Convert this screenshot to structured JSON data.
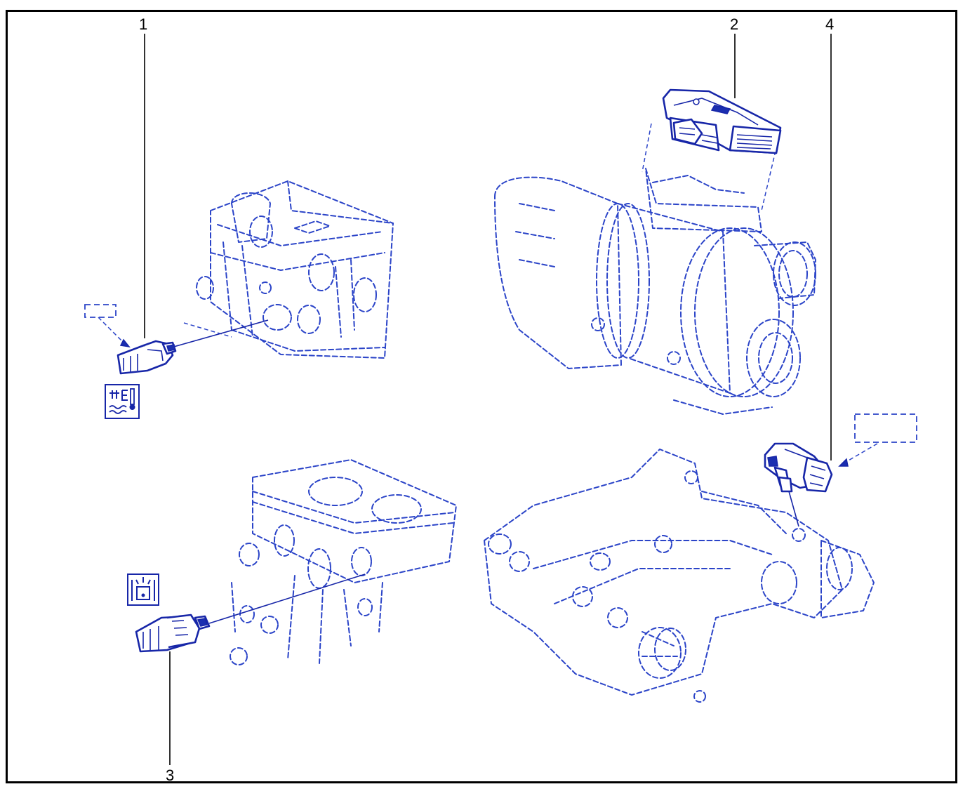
{
  "diagram": {
    "callouts": [
      {
        "id": "1",
        "label": "1"
      },
      {
        "id": "2",
        "label": "2"
      },
      {
        "id": "3",
        "label": "3"
      },
      {
        "id": "4",
        "label": "4"
      }
    ],
    "symbols": [
      {
        "name": "coolant-temperature-icon"
      },
      {
        "name": "knock-sensor-icon"
      }
    ],
    "colors": {
      "line": "#2b44c8",
      "part": "#1726a8",
      "frame": "#000000"
    }
  }
}
